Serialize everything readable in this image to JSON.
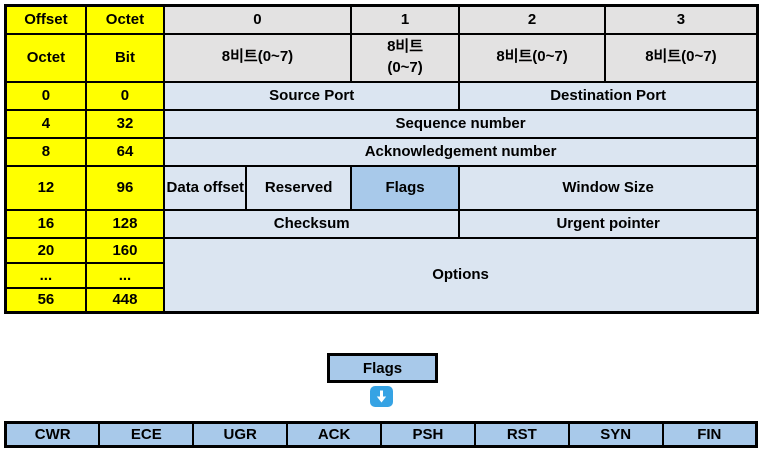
{
  "colors": {
    "yellow": "#ffff00",
    "header_gray": "#e3e2e2",
    "light_blue": "#dbe5f1",
    "medium_blue": "#a8c9ea",
    "arrow_blue": "#36a3e4",
    "border_black": "#000000"
  },
  "main_table": {
    "corner": {
      "top_left": "Offset",
      "top_right": "Octet",
      "bottom_left": "Octet",
      "bottom_right": "Bit"
    },
    "byte_headers": [
      "0",
      "1",
      "2",
      "3"
    ],
    "bit_headers": [
      "8비트(0~7)",
      "8비트\n(0~7)",
      "8비트(0~7)",
      "8비트(0~7)"
    ],
    "rows": [
      {
        "offset": "0",
        "bit": "0",
        "cells": [
          {
            "label": "Source Port"
          },
          {
            "label": "Destination Port"
          }
        ]
      },
      {
        "offset": "4",
        "bit": "32",
        "cells": [
          {
            "label": "Sequence number"
          }
        ]
      },
      {
        "offset": "8",
        "bit": "64",
        "cells": [
          {
            "label": "Acknowledgement number"
          }
        ]
      },
      {
        "offset": "12",
        "bit": "96",
        "cells": [
          {
            "label": "Data offset"
          },
          {
            "label": "Reserved"
          },
          {
            "label": "Flags"
          },
          {
            "label": "Window Size"
          }
        ]
      },
      {
        "offset": "16",
        "bit": "128",
        "cells": [
          {
            "label": "Checksum"
          },
          {
            "label": "Urgent pointer"
          }
        ]
      },
      {
        "offset": "20",
        "bit": "160",
        "cells": [
          {
            "label": "Options"
          }
        ]
      },
      {
        "offset": "...",
        "bit": "..."
      },
      {
        "offset": "56",
        "bit": "448"
      }
    ]
  },
  "flags_callout": {
    "title": "Flags",
    "arrow_icon": "down-arrow"
  },
  "flags_row": [
    "CWR",
    "ECE",
    "UGR",
    "ACK",
    "PSH",
    "RST",
    "SYN",
    "FIN"
  ]
}
